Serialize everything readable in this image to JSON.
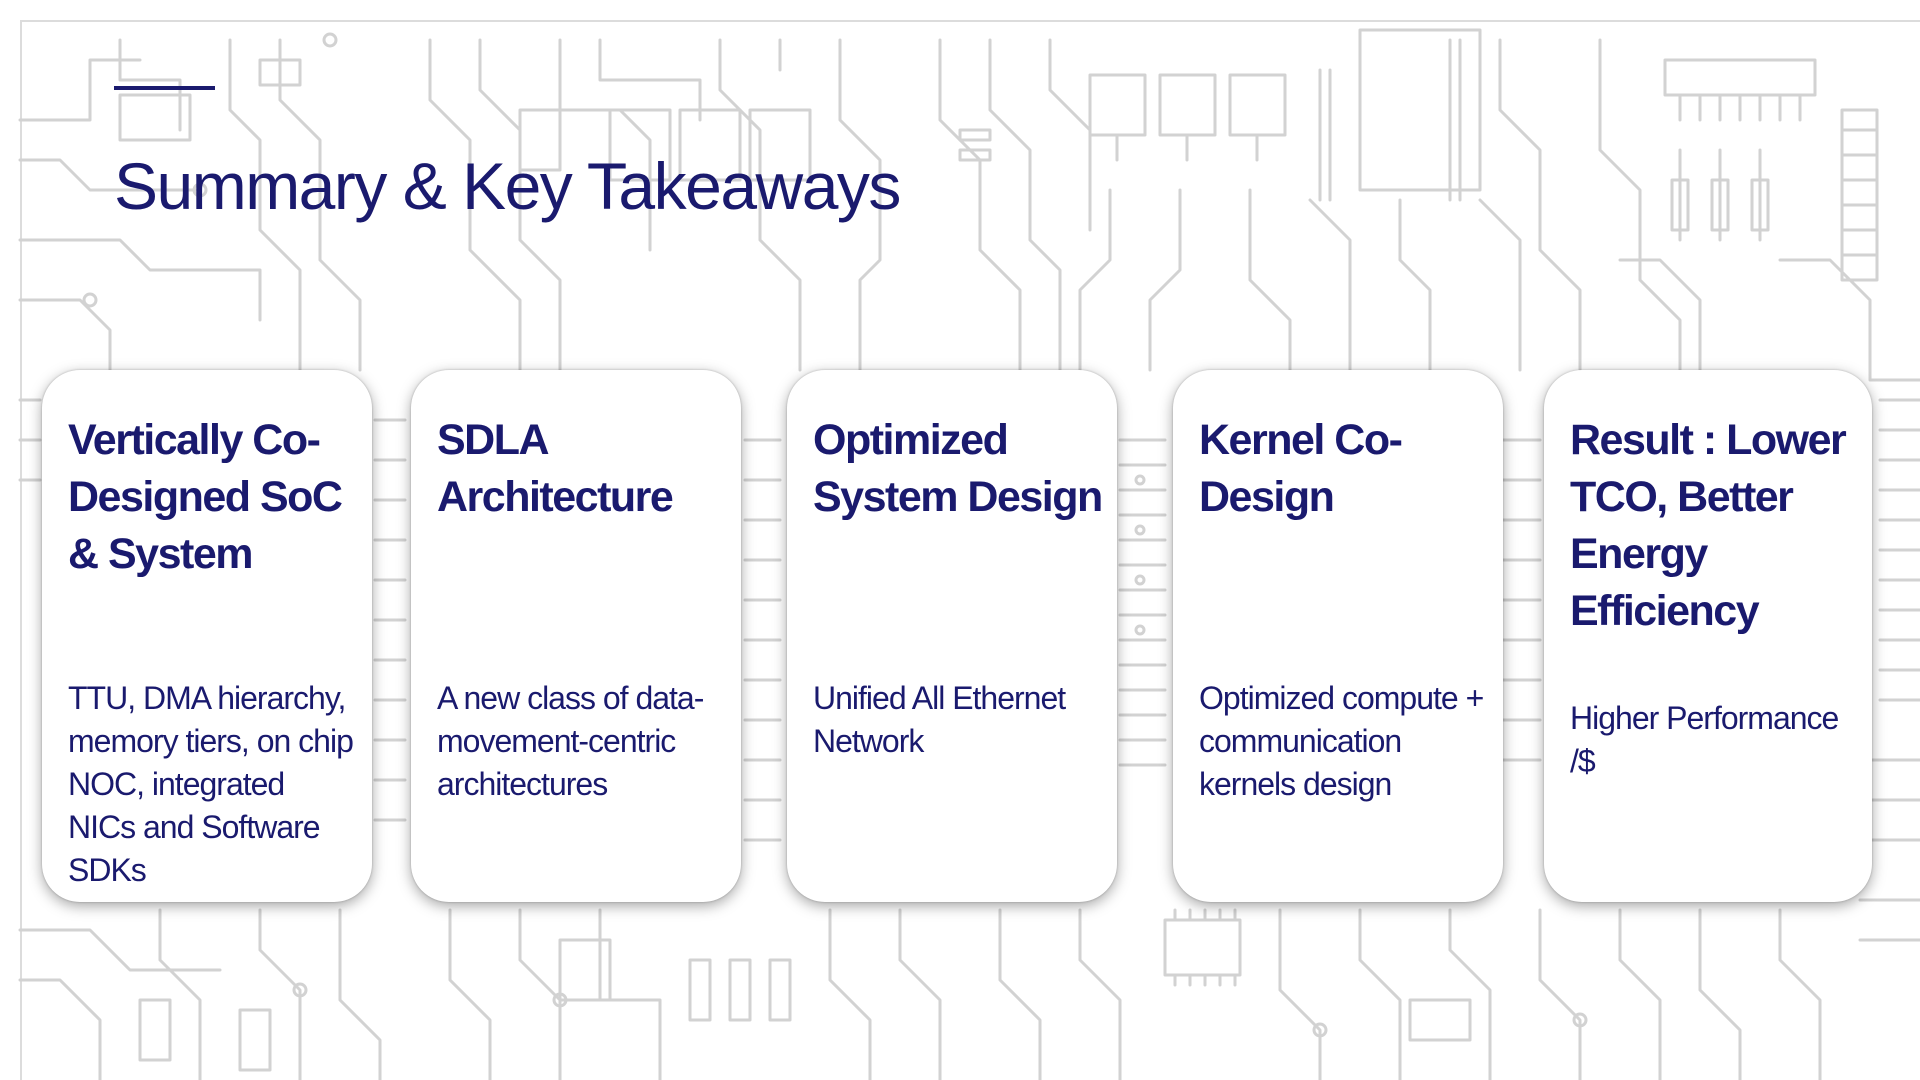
{
  "slide": {
    "title": "Summary & Key Takeaways",
    "colors": {
      "primary_text": "#1a1a6e",
      "background": "#ffffff",
      "circuit_lines": "#d2d2d2",
      "card_background": "#ffffff"
    },
    "background_icon": "circuit-board-pattern",
    "cards": [
      {
        "heading": "Vertically Co-Designed SoC & System",
        "body": "TTU, DMA hierarchy, memory tiers, on chip NOC, integrated NICs and Software SDKs"
      },
      {
        "heading": "SDLA Architecture",
        "body": "A new class of data-movement-centric architectures"
      },
      {
        "heading": "Optimized System Design",
        "body": "Unified All Ethernet Network"
      },
      {
        "heading": "Kernel Co-Design",
        "body": "Optimized compute + communication kernels design"
      },
      {
        "heading": "Result : Lower TCO, Better Energy Efficiency",
        "body": "Higher Performance /$"
      }
    ]
  }
}
